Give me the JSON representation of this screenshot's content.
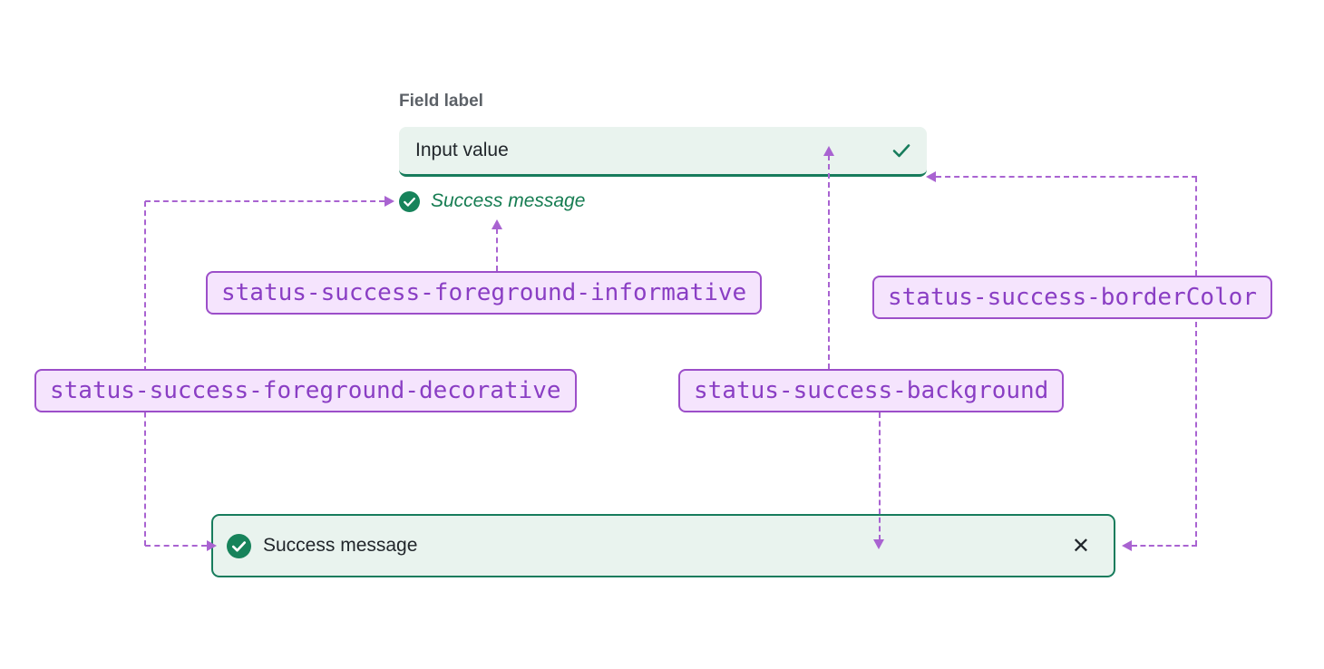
{
  "diagram": {
    "field": {
      "label": "Field label",
      "value": "Input value",
      "success_message": "Success message"
    },
    "toast": {
      "message": "Success message",
      "close_icon": "✕"
    },
    "tokens": {
      "foreground_informative": "status-success-foreground-informative",
      "border_color": "status-success-borderColor",
      "foreground_decorative": "status-success-foreground-decorative",
      "background": "status-success-background"
    },
    "icons": {
      "input_valid_check": "check-icon",
      "helper_status": "circle-check-icon",
      "toast_status": "circle-check-icon",
      "toast_close": "close-icon"
    },
    "colors": {
      "status_success_background": "#E9F3EE",
      "status_success_borderColor": "#177C5C",
      "status_success_foreground_informative": "#157C51",
      "status_success_foreground_decorative": "#17835B",
      "token_chip_background": "#F5E4FD",
      "token_chip_border": "#9C4EC9",
      "token_chip_text": "#8A3EC4",
      "connector_arrow": "#A963D1",
      "text_primary": "#21262B",
      "field_label_text": "#5C6167"
    }
  }
}
